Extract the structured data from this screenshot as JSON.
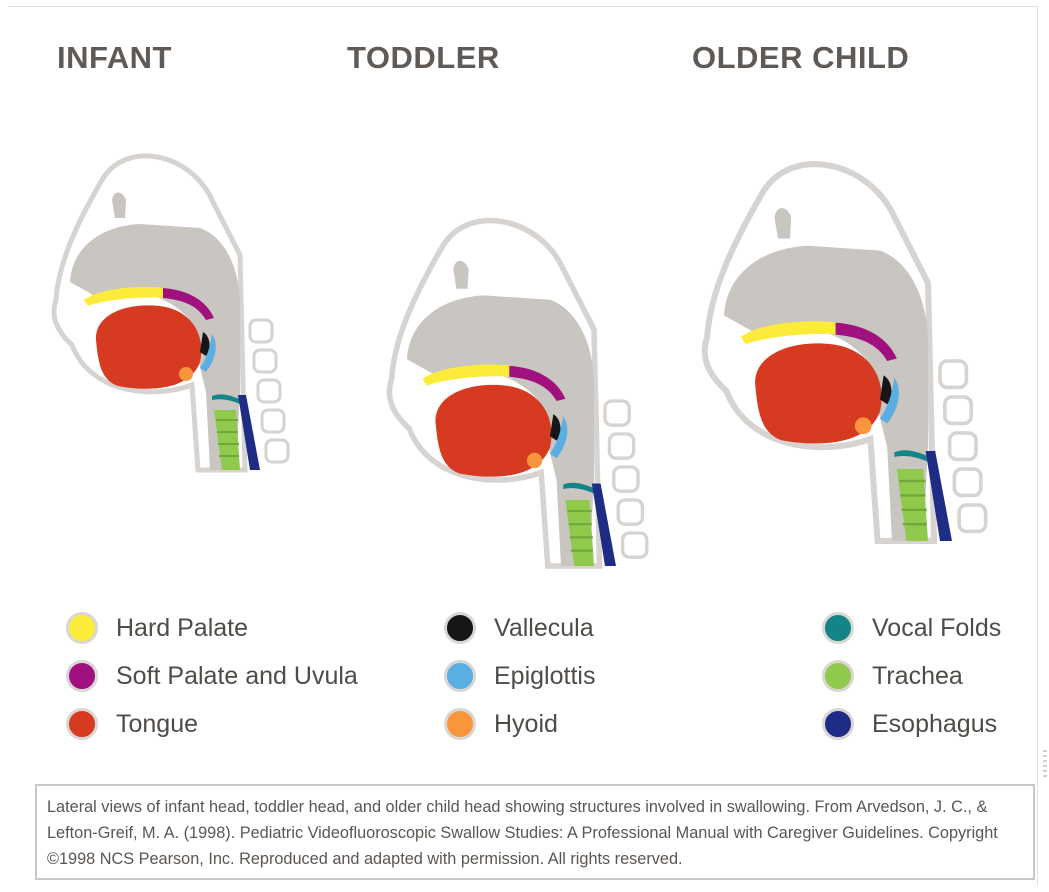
{
  "titles": [
    "INFANT",
    "TODDLER",
    "OLDER CHILD"
  ],
  "legend": [
    {
      "label": "Hard Palate",
      "color": "#fdeb3c"
    },
    {
      "label": "Soft Palate and Uvula",
      "color": "#a0117f"
    },
    {
      "label": "Tongue",
      "color": "#d63b22"
    },
    {
      "label": "Vallecula",
      "color": "#161616"
    },
    {
      "label": "Epiglottis",
      "color": "#5aaee3"
    },
    {
      "label": "Hyoid",
      "color": "#f9963d"
    },
    {
      "label": "Vocal Folds",
      "color": "#138487"
    },
    {
      "label": "Trachea",
      "color": "#8fca4c"
    },
    {
      "label": "Esophagus",
      "color": "#1f2c86"
    }
  ],
  "caption": "Lateral views of infant head, toddler head, and older child head showing structures involved in swallowing. From Arvedson, J. C., & Lefton-Greif, M. A. (1998). Pediatric Videofluoroscopic Swallow Studies: A Professional Manual with Caregiver Guidelines. Copyright ©1998 NCS Pearson, Inc. Reproduced and adapted with permission. All rights reserved.",
  "colors": {
    "skin_outline": "#d6d3d0",
    "cavity_gray": "#c9c5c1",
    "vertebra_fill": "#ffffff",
    "title_text": "#5f5a56"
  }
}
